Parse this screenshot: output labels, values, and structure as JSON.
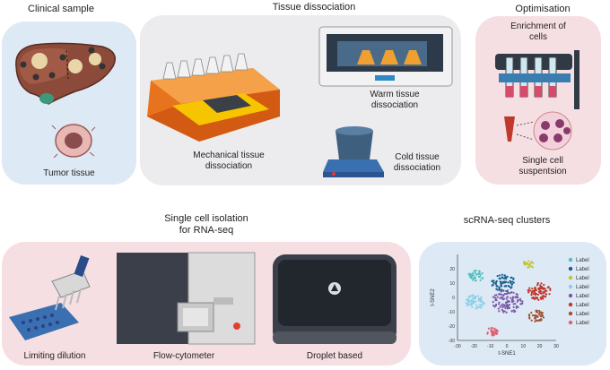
{
  "sections": {
    "clinical": {
      "title": "Clinical sample",
      "tumor_label": "Tumor tissue"
    },
    "dissociation": {
      "title": "Tissue dissociation",
      "mechanical_line1": "Mechanical tissue",
      "mechanical_line2": "dissociation",
      "warm_line1": "Warm tissue",
      "warm_line2": "dissociation",
      "cold_line1": "Cold tissue",
      "cold_line2": "dissociation"
    },
    "optimisation": {
      "title": "Optimisation",
      "enrichment_line1": "Enrichment of",
      "enrichment_line2": "cells",
      "suspension_line1": "Single cell",
      "suspension_line2": "suspentsion"
    },
    "isolation": {
      "title_line1": "Single cell isolation",
      "title_line2": "for RNA-seq",
      "limiting": "Limiting dilution",
      "flow": "Flow-cytometer",
      "droplet": "Droplet based"
    },
    "clusters": {
      "title": "scRNA-seq clusters"
    }
  },
  "colors": {
    "blue_panel": "#dde9f5",
    "pink_panel": "#f6dfe3",
    "grey_panel": "#ecebee",
    "cluster_colors": [
      "#4fbfbf",
      "#1a5e8c",
      "#c8c22a",
      "#8fd0e6",
      "#7b5aa6",
      "#c0392b",
      "#a0522d",
      "#e06070"
    ]
  },
  "chart_data": {
    "type": "scatter",
    "xlabel": "t-SNE1",
    "ylabel": "t-SNE2",
    "xlim": [
      -30,
      30
    ],
    "ylim": [
      -30,
      30
    ],
    "xticks": [
      "-30",
      "-20",
      "-10",
      "0",
      "10",
      "20",
      "30"
    ],
    "yticks": [
      "20",
      "10",
      "0",
      "-10",
      "-20",
      "-30"
    ],
    "legend": [
      "Label",
      "Label",
      "Label",
      "Label",
      "Label",
      "Label",
      "Label",
      "Label"
    ],
    "clusters": [
      {
        "cx": -19,
        "cy": 15,
        "spread": 4,
        "n": 40
      },
      {
        "cx": -2,
        "cy": 10,
        "spread": 6,
        "n": 70
      },
      {
        "cx": 13,
        "cy": 23,
        "spread": 3,
        "n": 20
      },
      {
        "cx": -19,
        "cy": -3,
        "spread": 5,
        "n": 70
      },
      {
        "cx": 0,
        "cy": -3,
        "spread": 8,
        "n": 110
      },
      {
        "cx": 20,
        "cy": 4,
        "spread": 6,
        "n": 80
      },
      {
        "cx": 18,
        "cy": -13,
        "spread": 4,
        "n": 40
      },
      {
        "cx": -9,
        "cy": -24,
        "spread": 3,
        "n": 30
      }
    ]
  }
}
